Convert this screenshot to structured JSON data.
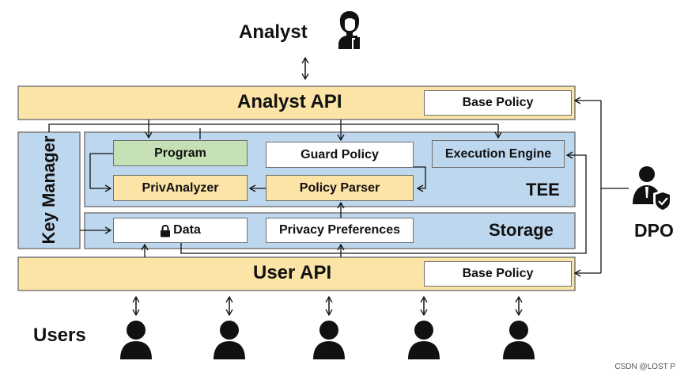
{
  "actors": {
    "analyst": "Analyst",
    "dpo": "DPO",
    "users": "Users"
  },
  "layers": {
    "analyst_api": "Analyst API",
    "user_api": "User API",
    "key_manager": "Key Manager",
    "tee": "TEE",
    "storage": "Storage"
  },
  "components": {
    "base_policy_top": "Base Policy",
    "base_policy_bottom": "Base Policy",
    "program": "Program",
    "guard_policy": "Guard Policy",
    "execution_engine": "Execution Engine",
    "priv_analyzer": "PrivAnalyzer",
    "policy_parser": "Policy Parser",
    "data": "Data",
    "privacy_preferences": "Privacy Preferences"
  },
  "icons": {
    "analyst": "analyst-chart-icon",
    "dpo": "officer-shield-icon",
    "user": "user-icon",
    "data_lock": "lock-icon"
  },
  "colors": {
    "api_fill": "#fce4a6",
    "tee_fill": "#bdd7ee",
    "program_fill": "#c5e0b4",
    "white_box": "#ffffff"
  },
  "watermark": "CSDN @LOST P"
}
